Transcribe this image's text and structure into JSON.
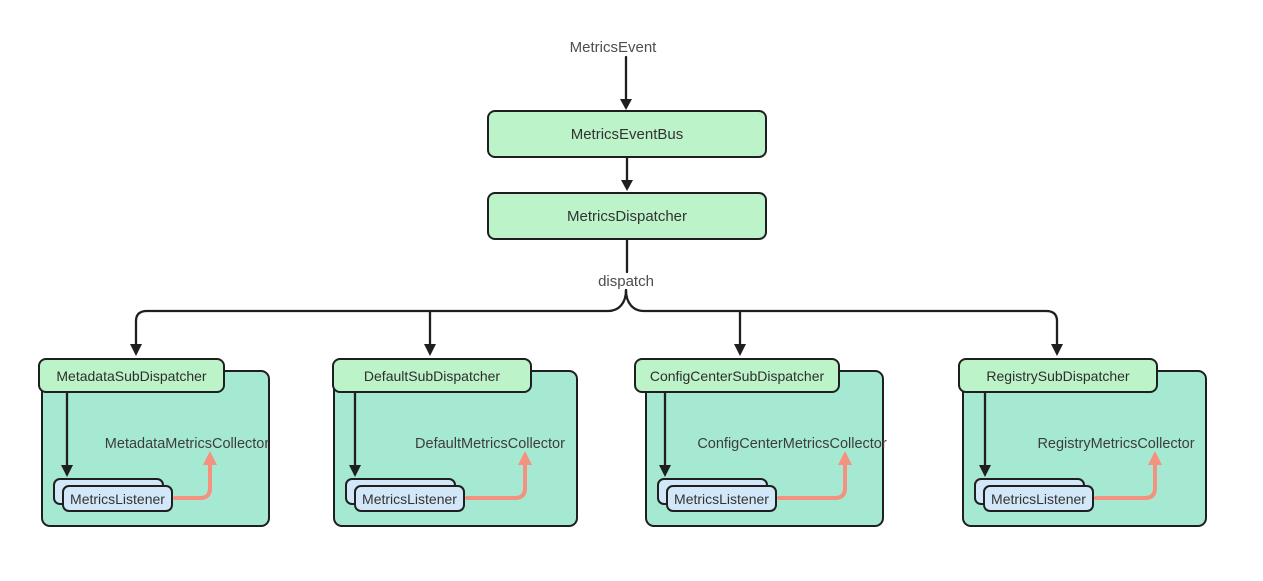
{
  "diagram": {
    "event_label": "MetricsEvent",
    "bus_label": "MetricsEventBus",
    "dispatcher_label": "MetricsDispatcher",
    "dispatch_label": "dispatch",
    "groups": [
      {
        "dispatcher": "MetadataSubDispatcher",
        "collector": "MetadataMetricsCollector",
        "listener": "MetricsListener"
      },
      {
        "dispatcher": "DefaultSubDispatcher",
        "collector": "DefaultMetricsCollector",
        "listener": "MetricsListener"
      },
      {
        "dispatcher": "ConfigCenterSubDispatcher",
        "collector": "ConfigCenterMetricsCollector",
        "listener": "MetricsListener"
      },
      {
        "dispatcher": "RegistrySubDispatcher",
        "collector": "RegistryMetricsCollector",
        "listener": "MetricsListener"
      }
    ],
    "colors": {
      "node_fill": "#BCF3C8",
      "group_fill": "#A6E9D2",
      "listener_fill": "#D2E8F9",
      "connector": "#1F1F1F",
      "collector_arrow": "#F5917F",
      "label_text": "#4D4D4D",
      "node_text": "#333333"
    }
  }
}
